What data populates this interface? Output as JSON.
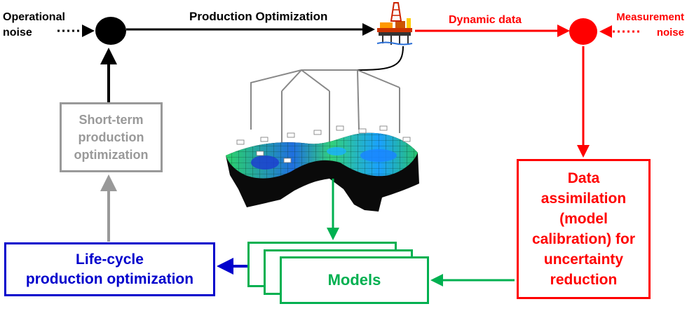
{
  "labels": {
    "operational_noise_line1": "Operational",
    "operational_noise_line2": "noise",
    "production_optimization": "Production Optimization",
    "dynamic_data": "Dynamic data",
    "measurement_noise_line1": "Measurement",
    "measurement_noise_line2": "noise"
  },
  "boxes": {
    "short_term": [
      "Short-term",
      "production",
      "optimization"
    ],
    "life_cycle": [
      "Life-cycle",
      "production optimization"
    ],
    "models": "Models",
    "data_assimilation": [
      "Data",
      "assimilation",
      "(model",
      "calibration) for",
      "uncertainty",
      "reduction"
    ]
  },
  "colors": {
    "black": "#000000",
    "red": "#ff0000",
    "gray": "#999999",
    "blue": "#0000cc",
    "green": "#00b050"
  },
  "icons": {
    "platform": "offshore-platform-icon",
    "reservoir": "reservoir-model-grid-image"
  }
}
